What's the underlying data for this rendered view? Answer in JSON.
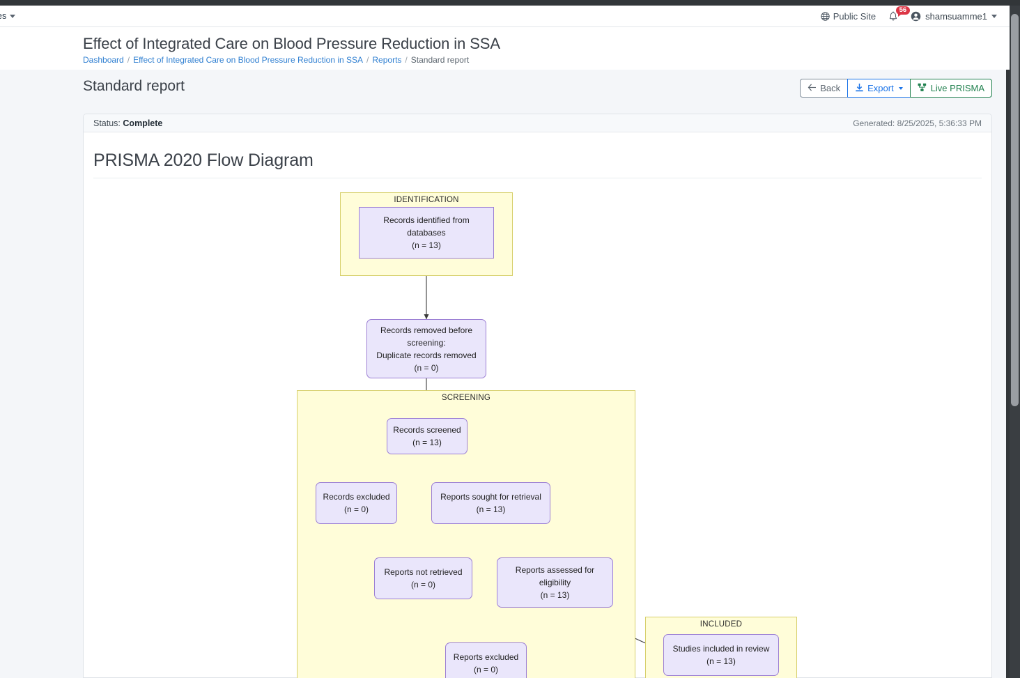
{
  "navbar": {
    "left_item_label": "es",
    "public_site_label": "Public Site",
    "notification_count": "56",
    "username": "shamsuamme1",
    "icons": {
      "globe": "globe-icon",
      "bell": "bell-icon",
      "user": "user-icon",
      "caret": "chevron-down-icon"
    }
  },
  "header": {
    "project_title": "Effect of Integrated Care on Blood Pressure Reduction in SSA",
    "breadcrumb": [
      {
        "label": "Dashboard",
        "link": true
      },
      {
        "label": "Effect of Integrated Care on Blood Pressure Reduction in SSA",
        "link": true
      },
      {
        "label": "Reports",
        "link": true
      },
      {
        "label": "Standard report",
        "link": false
      }
    ],
    "separator": "/",
    "page_title": "Standard report",
    "actions": {
      "back_label": "Back",
      "back_icon": "arrow-left-icon",
      "export_label": "Export",
      "export_icon": "download-icon",
      "live_label": "Live PRISMA",
      "live_icon": "project-diagram-icon"
    }
  },
  "card": {
    "status_label": "Status:",
    "status_value": "Complete",
    "generated_text": "Generated: 8/25/2025, 5:36:33 PM",
    "diagram_title": "PRISMA 2020 Flow Diagram"
  },
  "chart_data": {
    "type": "diagram",
    "title": "PRISMA 2020 Flow Diagram",
    "clusters": [
      {
        "id": "identification",
        "label": "IDENTIFICATION"
      },
      {
        "id": "screening",
        "label": "SCREENING"
      },
      {
        "id": "included",
        "label": "INCLUDED"
      }
    ],
    "nodes": [
      {
        "id": "n1",
        "cluster": "identification",
        "lines": [
          "Records identified from",
          "databases",
          "(n = 13)"
        ],
        "count": 13
      },
      {
        "id": "n2",
        "cluster": null,
        "lines": [
          "Records removed before",
          "screening:",
          "Duplicate records removed",
          "(n = 0)"
        ],
        "count": 0
      },
      {
        "id": "n3",
        "cluster": "screening",
        "lines": [
          "Records screened",
          "(n = 13)"
        ],
        "count": 13
      },
      {
        "id": "n4",
        "cluster": "screening",
        "lines": [
          "Records excluded",
          "(n = 0)"
        ],
        "count": 0
      },
      {
        "id": "n5",
        "cluster": "screening",
        "lines": [
          "Reports sought for retrieval",
          "(n = 13)"
        ],
        "count": 13
      },
      {
        "id": "n6",
        "cluster": "screening",
        "lines": [
          "Reports not retrieved",
          "(n = 0)"
        ],
        "count": 0
      },
      {
        "id": "n7",
        "cluster": "screening",
        "lines": [
          "Reports assessed for",
          "eligibility",
          "(n = 13)"
        ],
        "count": 13
      },
      {
        "id": "n8",
        "cluster": "screening",
        "lines": [
          "Reports excluded",
          "(n = 0)"
        ],
        "count": 0
      },
      {
        "id": "n9",
        "cluster": "included",
        "lines": [
          "Studies included in review",
          "(n = 13)"
        ],
        "count": 13
      }
    ],
    "edges": [
      {
        "from": "n1",
        "to": "n2"
      },
      {
        "from": "n2",
        "to": "n3"
      },
      {
        "from": "n3",
        "to": "n4"
      },
      {
        "from": "n3",
        "to": "n5"
      },
      {
        "from": "n5",
        "to": "n6"
      },
      {
        "from": "n5",
        "to": "n7"
      },
      {
        "from": "n7",
        "to": "n8"
      },
      {
        "from": "n7",
        "to": "n9"
      }
    ],
    "colors": {
      "cluster_fill": "#fffdd9",
      "cluster_border": "#d6cf6a",
      "node_fill": "#eae6fb",
      "node_border": "#9c7fd4",
      "edge": "#3b3b3b"
    }
  }
}
